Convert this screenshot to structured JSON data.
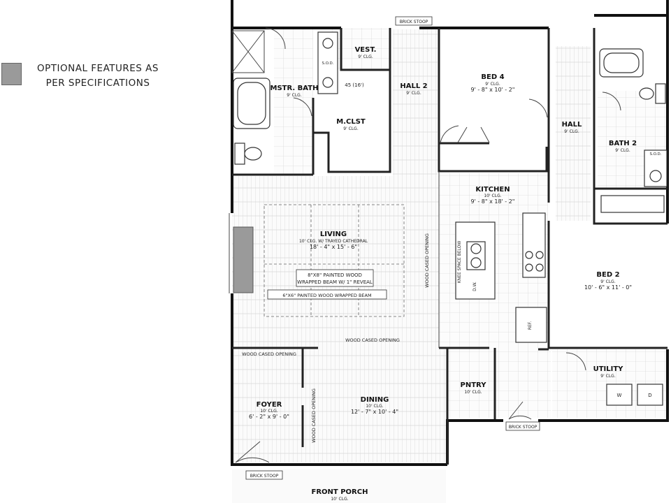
{
  "legend": {
    "text": "OPTIONAL FEATURES AS PER SPECIFICATIONS",
    "swatch_color": "#9a9a9a"
  },
  "rooms": {
    "vest": {
      "name": "VEST.",
      "clg": "9' CLG."
    },
    "mbath": {
      "name": "MSTR. BATH",
      "clg": "9' CLG."
    },
    "mclst": {
      "name": "M.CLST",
      "clg": "9' CLG.",
      "shelf": "45 (16')"
    },
    "hall2": {
      "name": "HALL 2",
      "clg": "9' CLG."
    },
    "bed4": {
      "name": "BED 4",
      "clg": "9' CLG.",
      "dims": "9' - 8\" x 10' - 2\""
    },
    "hall": {
      "name": "HALL",
      "clg": "9' CLG."
    },
    "bath2": {
      "name": "BATH 2",
      "clg": "9' CLG."
    },
    "kitchen": {
      "name": "KITCHEN",
      "clg": "10' CLG.",
      "dims": "9' - 8\" x 18' - 2\""
    },
    "living": {
      "name": "LIVING",
      "clg": "10' CLG. W/ TRAYED CATHEDRAL",
      "dims": "18' - 4\" x 15' - 6\""
    },
    "bed2": {
      "name": "BED 2",
      "clg": "9' CLG.",
      "dims": "10' - 6\" x 11' - 0\""
    },
    "utility": {
      "name": "UTILITY",
      "clg": "9' CLG."
    },
    "pntry": {
      "name": "PNTRY",
      "clg": "10' CLG."
    },
    "foyer": {
      "name": "FOYER",
      "clg": "10' CLG.",
      "dims": "6' - 2\" x 9' - 0\""
    },
    "dining": {
      "name": "DINING",
      "clg": "10' CLG.",
      "dims": "12' - 7\" x 10' - 4\""
    },
    "porch": {
      "name": "FRONT PORCH",
      "clg": "10' CLG."
    }
  },
  "notes": {
    "beam_8x8_line1": "8\"X8\" PAINTED WOOD",
    "beam_8x8_line2": "WRAPPED BEAM W/ 1\" REVEAL",
    "beam_6x6": "6\"X6\" PAINTED WOOD WRAPPED BEAM",
    "cased_opening": "WOOD CASED OPENING",
    "brick_stoop": "BRICK STOOP",
    "knee_space": "KNEE SPACE BELOW",
    "sod": "S.O.D.",
    "dw": "D.W.",
    "ref": "REF.",
    "washer": "W",
    "dryer": "D"
  }
}
